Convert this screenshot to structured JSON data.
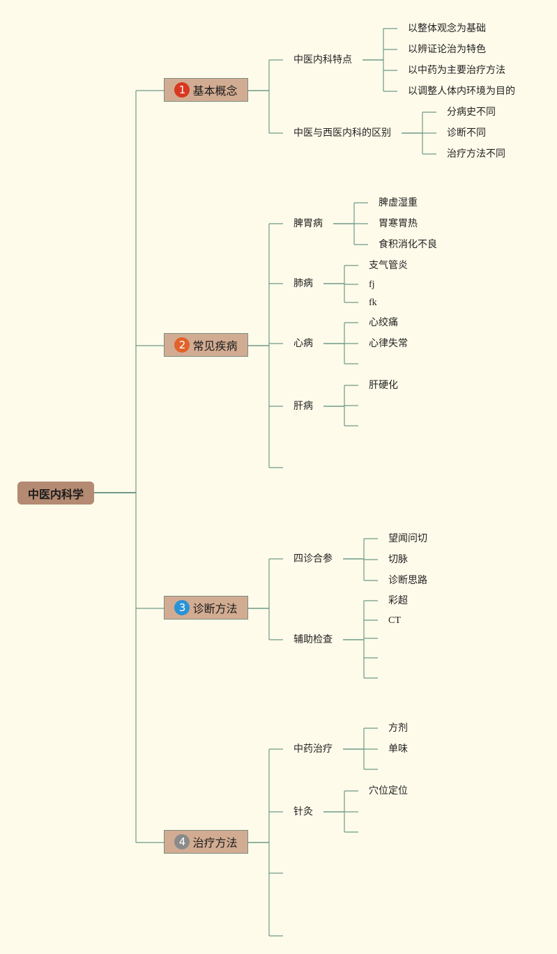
{
  "root": {
    "label": "中医内科学"
  },
  "branches": [
    {
      "number": "1",
      "color": "#d8381f",
      "label": "基本概念",
      "children": [
        {
          "label": "中医内科特点",
          "children": [
            "以整体观念为基础",
            "以辨证论治为特色",
            "以中药为主要治疗方法",
            "以调整人体内环境为目的"
          ]
        },
        {
          "label": "中医与西医内科的区别",
          "children": [
            "分病史不同",
            "诊断不同",
            "治疗方法不同"
          ]
        }
      ]
    },
    {
      "number": "2",
      "color": "#e0632a",
      "label": "常见疾病",
      "children": [
        {
          "label": "脾胃病",
          "children": [
            "脾虚湿重",
            "胃寒胃热",
            "食积消化不良"
          ]
        },
        {
          "label": "肺病",
          "children": [
            "支气管炎",
            "fj",
            "fk"
          ]
        },
        {
          "label": "心病",
          "children": [
            "心绞痛",
            "心律失常",
            ""
          ]
        },
        {
          "label": "肝病",
          "children": [
            "肝硬化",
            "",
            ""
          ]
        },
        {
          "label": "",
          "children": []
        }
      ]
    },
    {
      "number": "3",
      "color": "#2a93d6",
      "label": "诊断方法",
      "children": [
        {
          "label": "四诊合参",
          "children": [
            "望闻问切",
            "切脉",
            "诊断思路"
          ]
        },
        {
          "label": "辅助检查",
          "children": [
            "彩超",
            "CT",
            "",
            "",
            ""
          ]
        }
      ]
    },
    {
      "number": "4",
      "color": "#8a8a8a",
      "label": "治疗方法",
      "children": [
        {
          "label": "中药治疗",
          "children": [
            "方剂",
            "单味",
            ""
          ]
        },
        {
          "label": "针灸",
          "children": [
            "穴位定位",
            "",
            ""
          ]
        },
        {
          "label": "",
          "children": []
        },
        {
          "label": "",
          "children": []
        }
      ]
    }
  ],
  "colors": {
    "background": "#fefbea",
    "root": "#b48a72",
    "branch": "#d2ac92",
    "line": "#6f9a8a"
  }
}
